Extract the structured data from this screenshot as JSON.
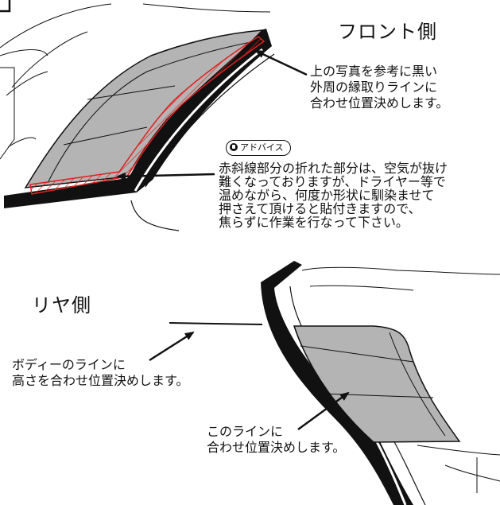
{
  "front": {
    "heading": "フロント側",
    "note_lines": [
      "上の写真を参考に黒い",
      "外周の縁取りラインに",
      "合わせ位置決めします。"
    ],
    "advice_badge": "アドバイス",
    "advice_icon": "hand-pointer-icon",
    "advice_lines": [
      "赤斜線部分の折れた部分は、空気が抜け",
      "難くなっておりますが、ドライヤー等で",
      "温めながら、何度か形状に馴染ませて",
      "押さえて頂けると貼付きますので、",
      "焦らずに作業を行なって下さい。"
    ]
  },
  "rear": {
    "heading": "リヤ側",
    "body_line_lines": [
      "ボディーのラインに",
      "高さを合わせ位置決めします。"
    ],
    "this_line_lines": [
      "このラインに",
      "合わせ位置決めします。"
    ]
  },
  "colors": {
    "ink": "#111111",
    "window_fill": "#b4b4b4",
    "hatch_red": "#e02020"
  }
}
